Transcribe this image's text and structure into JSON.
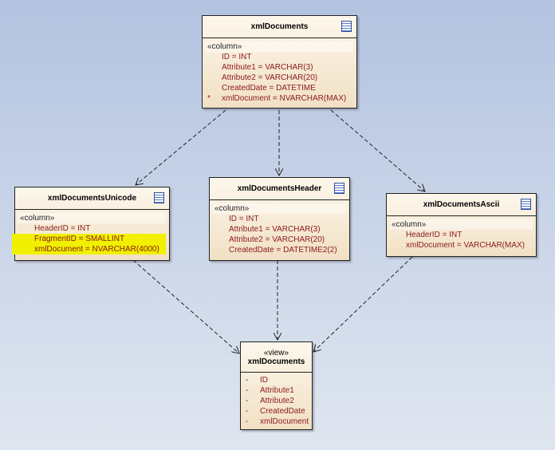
{
  "tables": {
    "main": {
      "name": "xmlDocuments",
      "stereotype": "«column»",
      "rows": [
        "ID = INT",
        "Attribute1 = VARCHAR(3)",
        "Attribute2 = VARCHAR(20)",
        "CreatedDate = DATETIME",
        "xmlDocument = NVARCHAR(MAX)"
      ],
      "marker": "*"
    },
    "unicode": {
      "name": "xmlDocumentsUnicode",
      "stereotype": "«column»",
      "rows": [
        "HeaderID = INT",
        "FragmentID = SMALLINT",
        "xmlDocument = NVARCHAR(4000)"
      ]
    },
    "header": {
      "name": "xmlDocumentsHeader",
      "stereotype": "«column»",
      "rows": [
        "ID = INT",
        "Attribute1 = VARCHAR(3)",
        "Attribute2 = VARCHAR(20)",
        "CreatedDate = DATETIME2(2)"
      ]
    },
    "ascii": {
      "name": "xmlDocumentsAscii",
      "stereotype": "«column»",
      "rows": [
        "HeaderID = INT",
        "xmlDocument = VARCHAR(MAX)"
      ]
    },
    "view": {
      "stereotype": "«view»",
      "name": "xmlDocuments",
      "marker": "-",
      "rows": [
        "ID",
        "Attribute1",
        "Attribute2",
        "CreatedDate",
        "xmlDocument"
      ]
    }
  },
  "colors": {
    "highlight": "#f0f000",
    "field": "#8b1a1a"
  }
}
